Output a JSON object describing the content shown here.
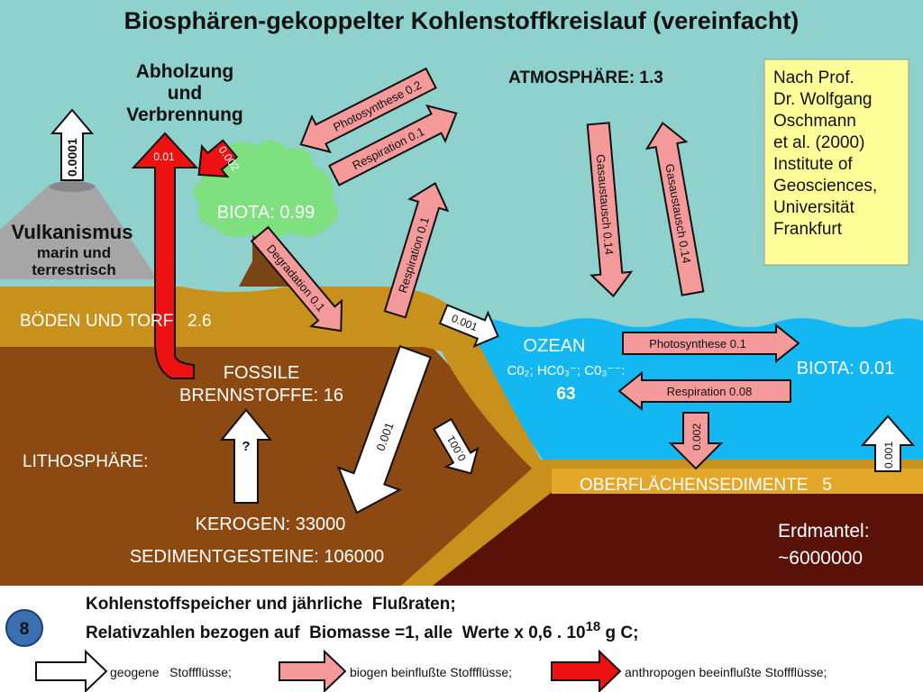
{
  "title": "Biosphären-gekoppelter Kohlenstoffkreislauf (vereinfacht)",
  "source_note": {
    "lines": [
      "Nach Prof.",
      "Dr. Wolfgang",
      "Oschmann",
      "et al. (2000)",
      "Institute of",
      "Geosciences,",
      "Universität",
      "Frankfurt"
    ]
  },
  "reservoirs": {
    "atmosphere": "ATMOSPHÄRE: 1.3",
    "biota_land": "BIOTA: 0.99",
    "soils": "BÖDEN UND TORF   2.6",
    "fossil_line1": "FOSSILE",
    "fossil_line2": "BRENNSTOFFE: 16",
    "lithosphere": "LITHOSPHÄRE:",
    "kerogen": "KEROGEN: 33000",
    "sediment_rocks": "SEDIMENTGESTEINE: 106000",
    "ocean": "OZEAN",
    "ocean_species": "C0₂; HC0₃⁻; C0₃⁻⁻:",
    "ocean_value": "63",
    "biota_ocean": "BIOTA: 0.01",
    "surface_sediments": "OBERFLÄCHENSEDIMENTE   5",
    "mantle_line1": "Erdmantel:",
    "mantle_line2": "~6000000"
  },
  "labels": {
    "volcanism": "Vulkanismus",
    "volcanism_sub1": "marin und",
    "volcanism_sub2": "terrestrisch",
    "deforest1": "Abholzung",
    "deforest2": "und",
    "deforest3": "Verbrennung"
  },
  "fluxes": {
    "volcanic": "0.0001",
    "anthro_fossil": "0.01",
    "anthro_biota": "0.002",
    "photosynthesis_land": "Photosynthese  0.2",
    "respiration_land": "Respiration  0.1",
    "gas_exchange_down": "Gasaustausch 0.14",
    "gas_exchange_up": "Gasaustausch 0.14",
    "degradation": "Degradation  0.1",
    "respiration_soil": "Respiration  0.1",
    "soil_to_ocean": "0.001",
    "soil_to_kerogen": "0.001",
    "soil_to_sediment": "0.001",
    "kerogen_to_fossil": "?",
    "photosynthesis_ocean": "Photosynthese  0.1",
    "respiration_ocean": "Respiration  0.08",
    "ocean_to_sediment": "0.002",
    "sediment_up": "0.001"
  },
  "footer": {
    "badge": "8",
    "line1": "Kohlenstoffspeicher und jährliche  Flußraten;",
    "line2_a": "Relativzahlen bezogen auf  Biomasse =1, alle  Werte x 0,6 . 10",
    "line2_exp": "18",
    "line2_b": " g C;",
    "legend": [
      {
        "label": "geogene   Stoffflüsse;",
        "color": "#ffffff"
      },
      {
        "label": "biogen beinflußte Stoffflüsse;",
        "color": "#f59a9a"
      },
      {
        "label": "anthropogen beeinflußte Stoffflüsse;",
        "color": "#ee1111"
      }
    ]
  },
  "colors": {
    "sky": "#8fd1cc",
    "ocean": "#13b8f2",
    "soil": "#c8911c",
    "lithosphere": "#8c4a12",
    "mantle": "#5a1208",
    "biogenic": "#f59a9a",
    "anthropogenic": "#ee1111",
    "geogenic": "#ffffff",
    "tree": "#7ee07e",
    "note_bg": "#ffff99"
  }
}
